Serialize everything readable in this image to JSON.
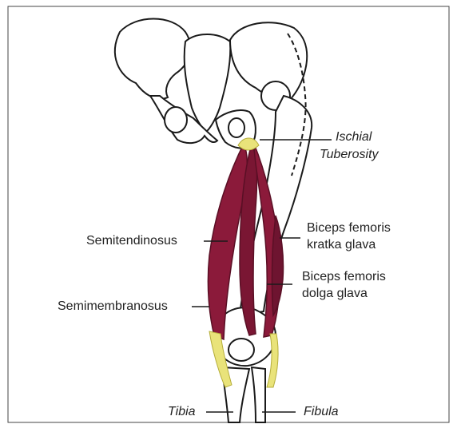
{
  "labels": {
    "ischial_tuberosity": [
      "Ischial",
      "Tuberosity"
    ],
    "semitendinosus": "Semitendinosus",
    "semimembranosus": "Semimembranosus",
    "biceps_short_head": [
      "Biceps femoris",
      "kratka glava"
    ],
    "biceps_long_head": [
      "Biceps femoris",
      "dolga glava"
    ],
    "tibia": "Tibia",
    "fibula": "Fibula"
  },
  "colors": {
    "muscle": "#8b1a3a",
    "muscle_dark": "#5a0f25",
    "tendon": "#e9e37a",
    "bone_outline": "#1a1a1a",
    "frame": "#444444"
  }
}
